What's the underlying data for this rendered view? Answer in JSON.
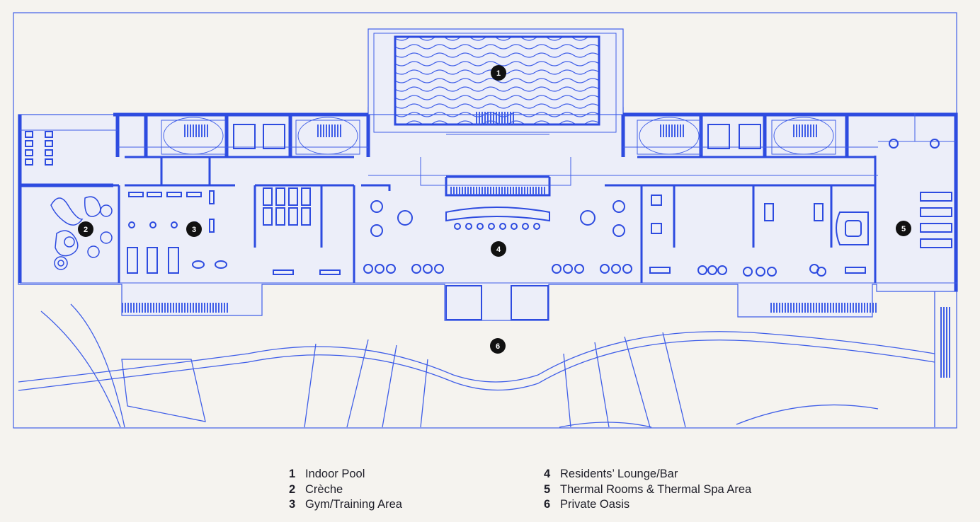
{
  "markers": [
    "1",
    "2",
    "3",
    "4",
    "5",
    "6"
  ],
  "legend": [
    {
      "number": "1",
      "label": "Indoor Pool"
    },
    {
      "number": "2",
      "label": "Crèche"
    },
    {
      "number": "3",
      "label": "Gym/Training Area"
    },
    {
      "number": "4",
      "label": "Residents’ Lounge/Bar"
    },
    {
      "number": "5",
      "label": "Thermal Rooms & Thermal Spa Area"
    },
    {
      "number": "6",
      "label": "Private Oasis"
    }
  ],
  "colors": {
    "background": "#f5f3ef",
    "wall": "#2d4be0",
    "line": "#3f5ee8",
    "fill": "#eceef9",
    "marker": "#111111",
    "text": "#1e1e28"
  }
}
